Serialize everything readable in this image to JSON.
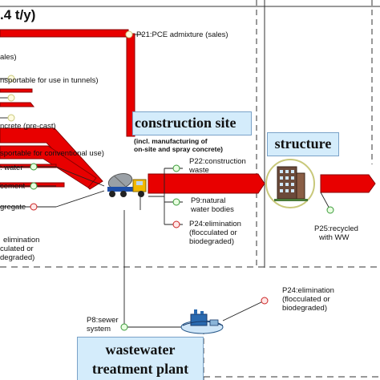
{
  "header": {
    "title_fragment": ".4 t/y)"
  },
  "nodes": {
    "construction_site": {
      "title": "construction site",
      "subtitle_lines": [
        "(incl. manufacturing of",
        "on-site and spray concrete)"
      ]
    },
    "structure": {
      "title": "structure"
    },
    "wastewater": {
      "title_lines": [
        "wastewater",
        "treatment plant"
      ]
    }
  },
  "flows": {
    "p21": "P21:PCE admixture (sales)",
    "left_sales": "ales)",
    "left_tunnels": "nsportable for use in tunnels)",
    "left_concrete": "ncrete (pre-cast)",
    "left_conventional": "sportable for conventional use)",
    "left_water": ": water",
    "left_cement": "cement",
    "left_aggregate": "gregate",
    "left_elimination": [
      "elimination",
      "culated or",
      "degraded)"
    ],
    "p22": [
      "P22:construction",
      "waste"
    ],
    "p9": [
      "P9:natural",
      "water bodies"
    ],
    "p24_site": [
      "P24:elimination",
      "(flocculated or",
      "biodegraded)"
    ],
    "p25": [
      "P25:recycled",
      "with WW"
    ],
    "p8": [
      "P8:sewer",
      "system"
    ],
    "p24_wwtp": [
      "P24:elimination",
      "(flocculated or",
      "biodegraded)"
    ]
  },
  "colors": {
    "flow_fill": "#e80000",
    "flow_border": "#8a0000",
    "node_box_fill": "#d4ecfb",
    "node_box_border": "#7aa2c8",
    "marker_ring": "#c8c87a",
    "marker_green": "#3a9a3a",
    "marker_red": "#cc2222"
  },
  "icons": [
    "concrete-mixer-truck-icon",
    "building-icon",
    "treatment-plant-icon"
  ]
}
